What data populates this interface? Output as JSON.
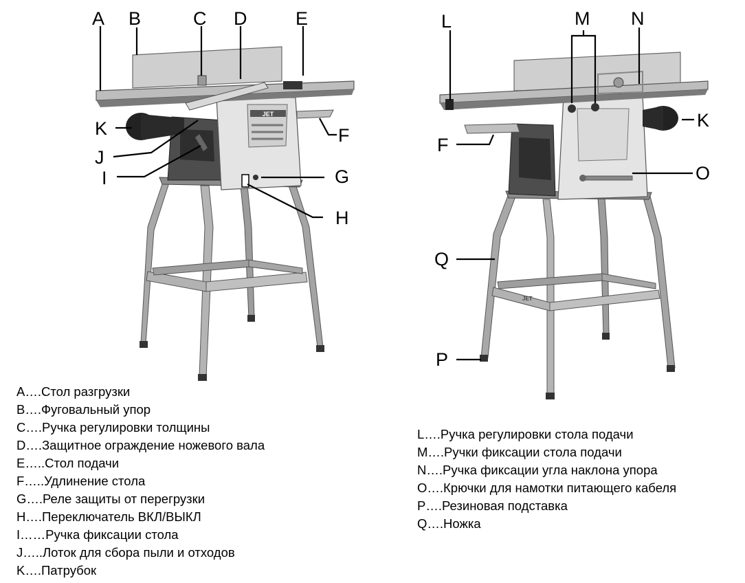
{
  "callouts": {
    "A": "A",
    "B": "B",
    "C": "C",
    "D": "D",
    "E": "E",
    "F": "F",
    "G": "G",
    "H": "H",
    "I": "I",
    "J": "J",
    "K": "K",
    "L": "L",
    "M": "M",
    "N": "N",
    "O": "O",
    "P": "P",
    "Q": "Q"
  },
  "brand_mark": "JET",
  "legend_left": [
    "A….Стол разгрузки",
    "B….Фуговальный упор",
    "C….Ручка регулировки толщины",
    "D….Защитное ограждение ножевого вала",
    "E…..Стол подачи",
    "F…..Удлинение стола",
    "G….Реле защиты от перегрузки",
    "H….Переключатель ВКЛ/ВЫКЛ",
    "I……Ручка фиксации стола",
    "J…..Лоток для сбора пыли и отходов",
    "K….Патрубок"
  ],
  "legend_right": [
    "L….Ручка регулировки стола подачи",
    "M….Ручки фиксации стола подачи",
    "N….Ручка фиксации угла наклона упора",
    "O….Крючки для намотки питающего кабеля",
    "P….Резиновая подставка",
    "Q….Ножка"
  ],
  "colors": {
    "metal": "#b9b9b9",
    "metal_dark": "#8d8d8d",
    "body_light": "#e6e6e6",
    "shadow": "#4a4a4a",
    "leader": "#000000"
  }
}
